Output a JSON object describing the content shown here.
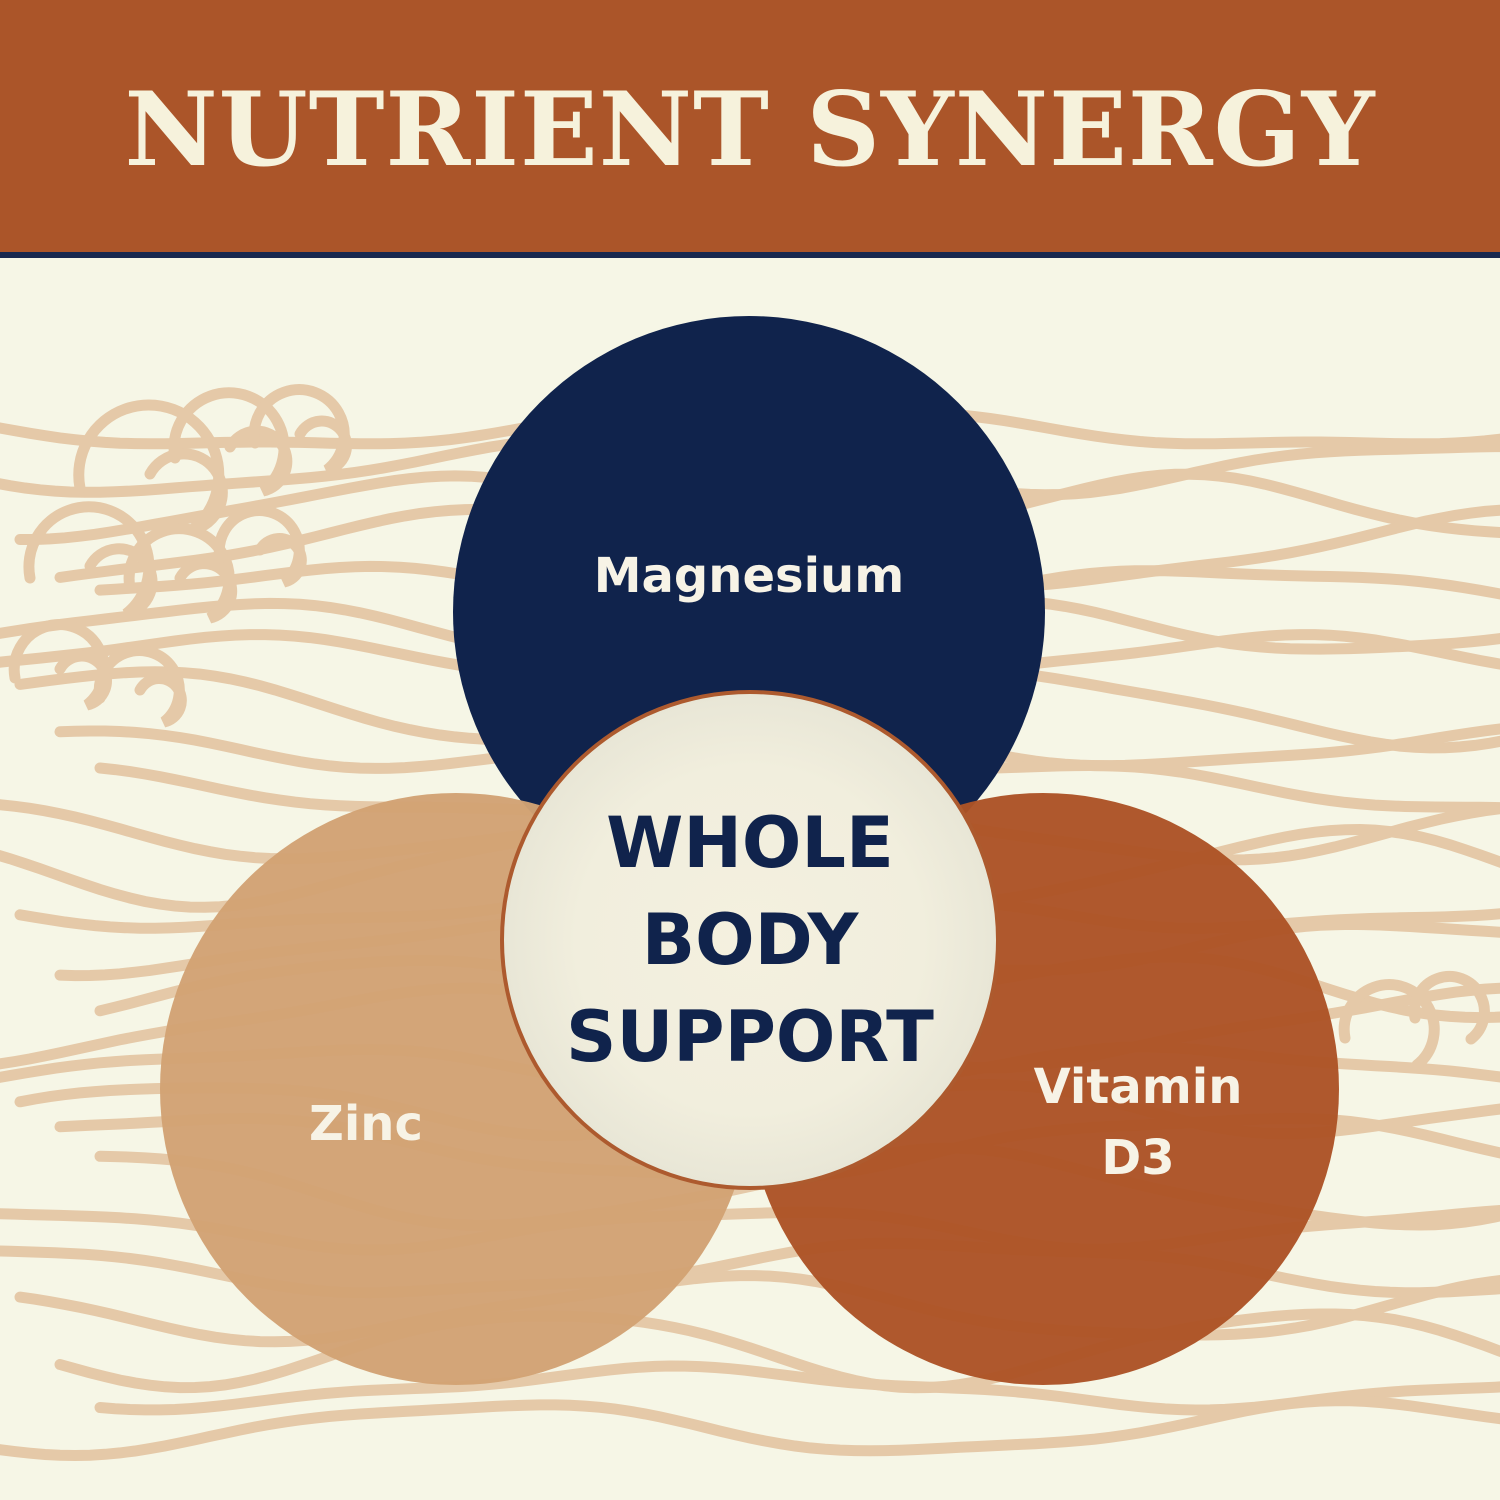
{
  "banner": {
    "title": "NUTRIENT SYNERGY",
    "background_color": "#ab5529",
    "text_color": "#f6f2dc",
    "rule_color": "#17284f"
  },
  "background": {
    "color": "#f6f6e6",
    "pattern": "wave-lines",
    "pattern_color": "#e5c9a8"
  },
  "venn": {
    "circles": [
      {
        "id": "magnesium",
        "label_lines": [
          "Magnesium"
        ],
        "color": "#10234c",
        "text_color": "#f7f3e6"
      },
      {
        "id": "zinc",
        "label_lines": [
          "Zinc"
        ],
        "color": "#d2a274",
        "text_color": "#f7f3e6"
      },
      {
        "id": "vitamin-d3",
        "label_lines": [
          "Vitamin",
          "D3"
        ],
        "color": "#ac5326",
        "text_color": "#f7f3e6"
      }
    ],
    "center": {
      "label_lines": [
        "WHOLE",
        "BODY",
        "SUPPORT"
      ],
      "fill": "#f2efde",
      "border_color": "#ad5a2e",
      "text_color": "#10234c"
    }
  }
}
